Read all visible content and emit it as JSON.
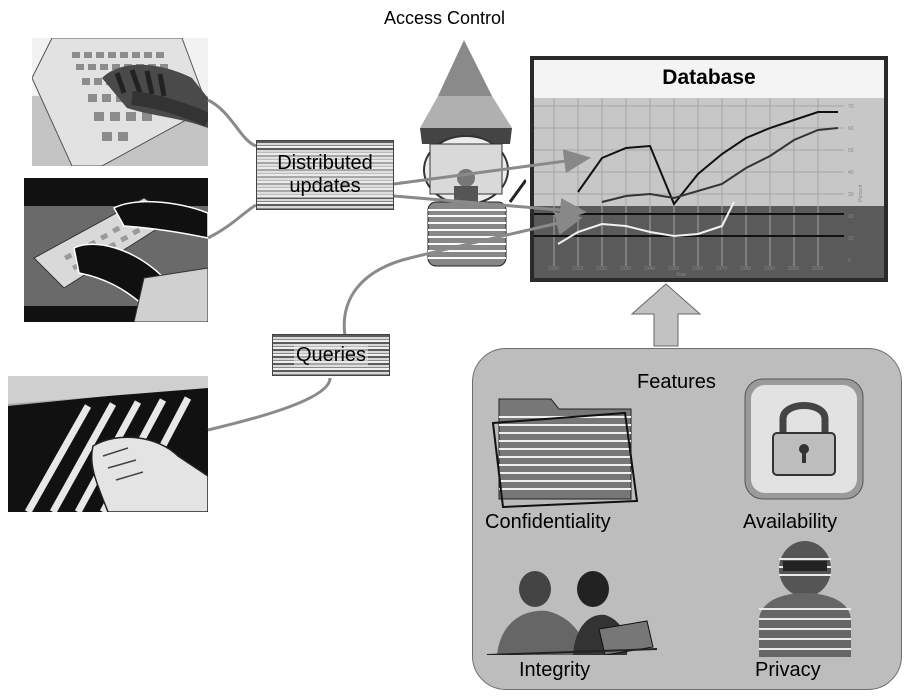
{
  "diagram": {
    "title": "Access Control",
    "labels": {
      "distributed_updates": "Distributed updates",
      "queries": "Queries"
    },
    "database": {
      "title": "Database",
      "chart": {
        "xlabel": "Year",
        "ylabel": "Percent",
        "x_ticks": [
          "1900",
          "1910",
          "1920",
          "1930",
          "1940",
          "1950",
          "1960",
          "1970",
          "1980",
          "1990",
          "2000",
          "2009"
        ],
        "y_ticks": [
          "0",
          "10",
          "20",
          "30",
          "40",
          "50",
          "60",
          "70"
        ]
      }
    },
    "features": {
      "title": "Features",
      "items": [
        "Confidentiality",
        "Availability",
        "Integrity",
        "Privacy"
      ]
    }
  }
}
